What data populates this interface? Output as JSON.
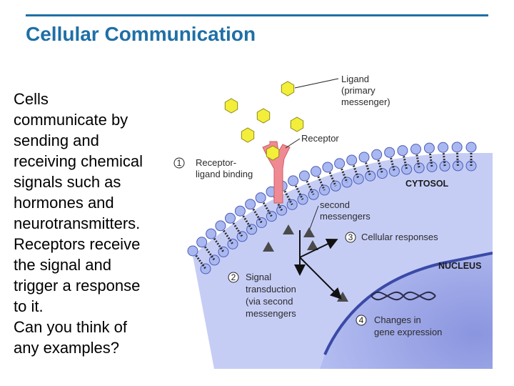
{
  "slide": {
    "title": "Cellular Communication",
    "body_lines": [
      "Cells",
      "communicate by",
      "sending and",
      "receiving chemical",
      "signals such as",
      "hormones and",
      "neurotransmitters.",
      "Receptors receive",
      "the signal and",
      "trigger a response",
      "to it.",
      "Can you think of",
      "any examples?"
    ]
  },
  "diagram": {
    "labels": {
      "ligand_1": "Ligand",
      "ligand_2": "(primary",
      "ligand_3": "messenger)",
      "receptor": "Receptor",
      "cytosol": "CYTOSOL",
      "nucleus": "NUCLEUS",
      "second_1": "second",
      "second_2": "messengers"
    },
    "steps": [
      {
        "number": "1",
        "lines": [
          "Receptor-",
          "ligand binding"
        ]
      },
      {
        "number": "2",
        "lines": [
          "Signal",
          "transduction",
          "(via second",
          "messengers"
        ]
      },
      {
        "number": "3",
        "lines": [
          "Cellular responses"
        ]
      },
      {
        "number": "4",
        "lines": [
          "Changes in",
          "gene expression"
        ]
      }
    ],
    "colors": {
      "title": "#1f6fa6",
      "ligand": "#f3ee3a",
      "receptor": "#f08a92",
      "membrane_head": "#a9b8f0",
      "cytosol": "#c3cbf4",
      "nucleus": "#9aa6e6"
    }
  }
}
